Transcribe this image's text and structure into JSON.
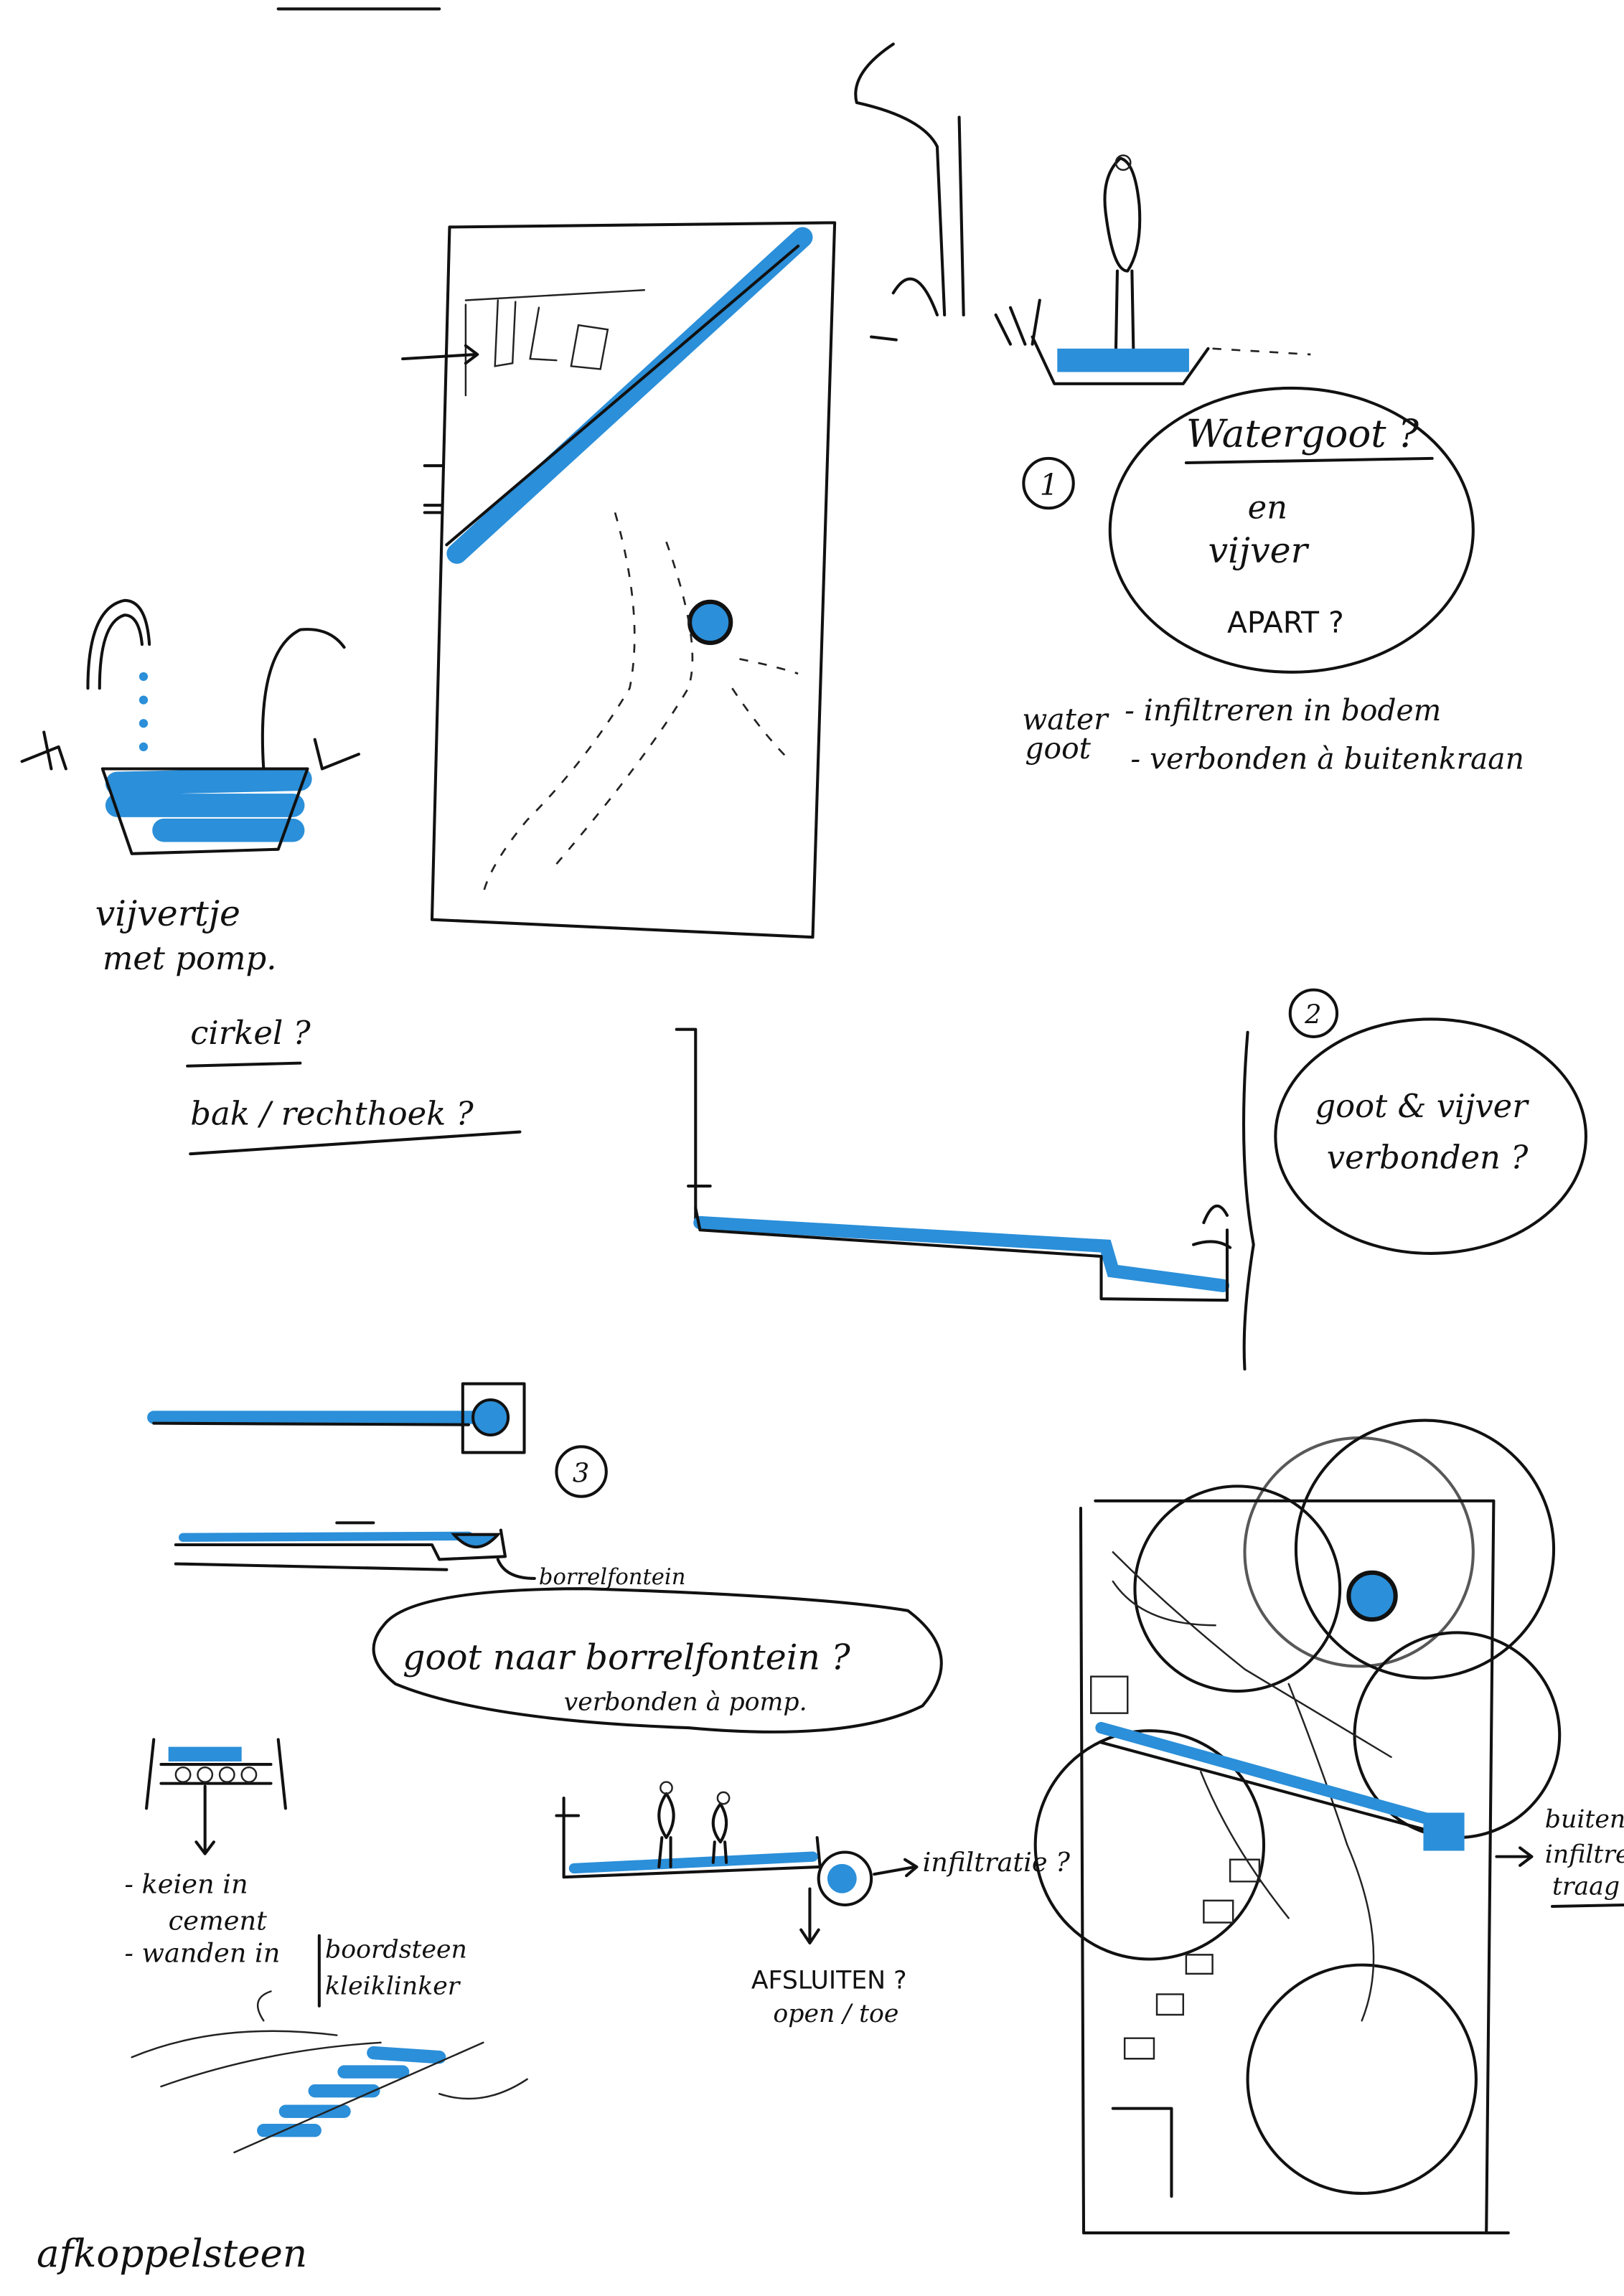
{
  "colors": {
    "marker_blue": "#2b8fd9",
    "ink": "#111111",
    "paper": "#ffffff"
  },
  "option1": {
    "number": "1",
    "bubble": {
      "line1": "Watergoot ?",
      "line2": "en",
      "line3": "vijver",
      "line4": "APART ?"
    },
    "notes": {
      "label_line1": "water",
      "label_line2": "goot",
      "item1": "- infiltreren in bodem",
      "item2": "- verbonden à buitenkraan"
    }
  },
  "pond": {
    "line1": "vijvertje",
    "line2": "met pomp.",
    "shape1": "cirkel ?",
    "shape2": "bak / rechthoek ?"
  },
  "option2": {
    "number": "2",
    "bubble": {
      "line1": "goot & vijver",
      "line2": "verbonden ?"
    }
  },
  "option3": {
    "number": "3",
    "fountain_label": "borrelfontein",
    "bubble": {
      "line1": "goot naar borrelfontein ?",
      "line2": "verbonden à pomp."
    }
  },
  "materials": {
    "item1_a": "- keien in",
    "item1_b": "cement",
    "item2": "- wanden in",
    "option_a": "boordsteen",
    "option_b": "kleiklinker"
  },
  "section": {
    "infiltration": "infiltratie ?",
    "close_q": "AFSLUITEN ?",
    "close_opts": "open / toe"
  },
  "plan": {
    "line1": "buiten",
    "line2": "infiltre",
    "line3": "traag"
  },
  "footer": {
    "label": "afkoppelsteen"
  }
}
